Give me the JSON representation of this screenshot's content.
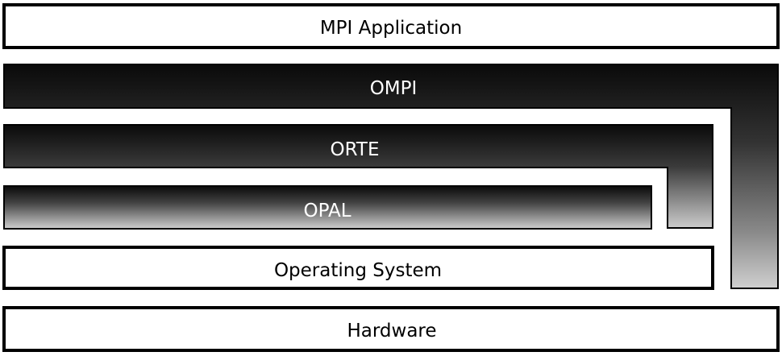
{
  "diagram": {
    "layers": {
      "mpi_application": "MPI Application",
      "ompi": "OMPI",
      "orte": "ORTE",
      "opal": "OPAL",
      "operating_system": "Operating System",
      "hardware": "Hardware"
    }
  }
}
